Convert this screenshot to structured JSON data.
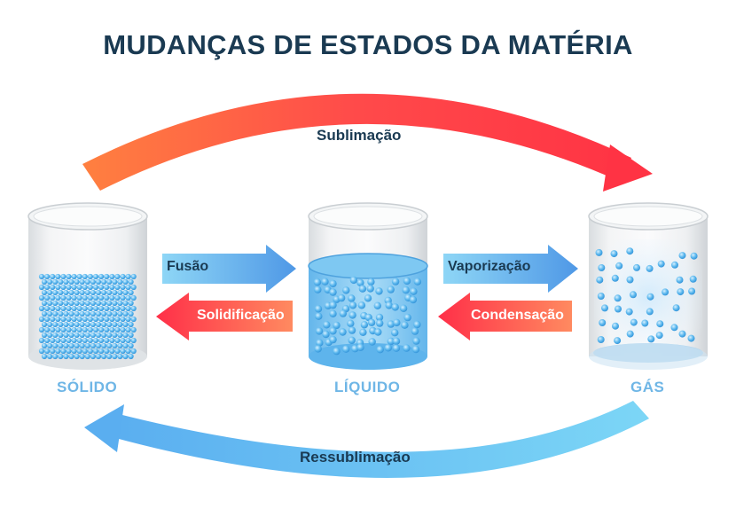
{
  "title": "MUDANÇAS DE ESTADOS DA MATÉRIA",
  "states": {
    "solid": "SÓLIDO",
    "liquid": "LÍQUIDO",
    "gas": "GÁS"
  },
  "transitions": {
    "sublimation": "Sublimação",
    "resublimation": "Ressublimação",
    "fusion": "Fusão",
    "solidification": "Solidificação",
    "vaporization": "Vaporização",
    "condensation": "Condensação"
  },
  "colors": {
    "title": "#1a3a52",
    "state_label": "#6fb6e6",
    "warm_start": "#ff3344",
    "warm_end": "#ff8a5a",
    "cool_start": "#5aaef0",
    "cool_end": "#8ad8f5",
    "particle": "#5cb8ee"
  }
}
